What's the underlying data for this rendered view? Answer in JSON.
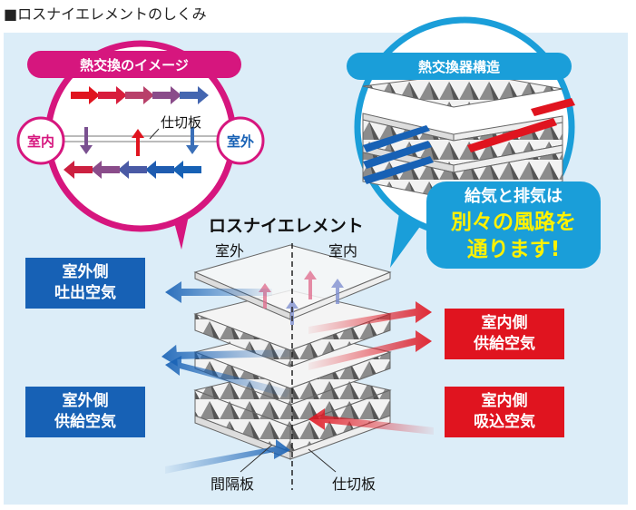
{
  "heading": "■ロスナイエレメントのしくみ",
  "left_bubble": {
    "title": "熱交換のイメージ",
    "plate_label": "仕切板",
    "indoor": "室内",
    "outdoor": "室外"
  },
  "right_bubble": {
    "title": "熱交換器構造",
    "callout_line1": "給気と排気は",
    "callout_line2": "別々の風路を",
    "callout_line3": "通ります!"
  },
  "element": {
    "title": "ロスナイエレメント",
    "outdoor": "室外",
    "indoor": "室内",
    "spacer_label": "間隔板",
    "partition_label": "仕切板"
  },
  "boxes": {
    "outdoor_exhaust": [
      "室外側",
      "吐出空気"
    ],
    "outdoor_supply": [
      "室外側",
      "供給空気"
    ],
    "indoor_supply": [
      "室内側",
      "供給空気"
    ],
    "indoor_intake": [
      "室内側",
      "吸込空気"
    ]
  },
  "colors": {
    "blue": "#1761b5",
    "red": "#e0141f",
    "magenta": "#d6167e",
    "cyan": "#1a9ed9",
    "panel": "#dcedf8"
  }
}
